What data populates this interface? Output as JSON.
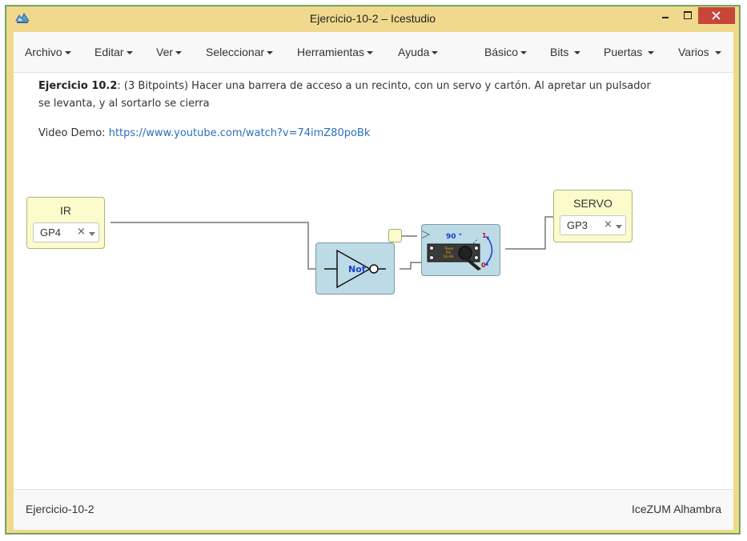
{
  "window": {
    "title": "Ejercicio-10-2 – Icestudio"
  },
  "menu": {
    "left": [
      "Archivo",
      "Editar",
      "Ver",
      "Seleccionar",
      "Herramientas",
      "Ayuda"
    ],
    "right": [
      "Básico",
      "Bits",
      "Puertas",
      "Varios"
    ]
  },
  "info": {
    "title": "Ejercicio 10.2",
    "line1": ": (3 Bitpoints) Hacer una barrera de acceso a un recinto, con un servo y cartón. Al apretar un pulsador",
    "line2": "se levanta, y al sortarlo se cierra",
    "video_label": "Video Demo: ",
    "video_url": "https://www.youtube.com/watch?v=74imZ80poBk"
  },
  "blocks": {
    "input": {
      "label": "IR",
      "pin": "GP4"
    },
    "output": {
      "label": "SERVO",
      "pin": "GP3"
    },
    "not": {
      "label": "Not"
    },
    "servo": {
      "angle": "90 °",
      "one": "1",
      "zero": "0",
      "chip_text": [
        "Tower",
        "Pro",
        "SG-90"
      ]
    }
  },
  "status": {
    "left": "Ejercicio-10-2",
    "right": "IceZUM Alhambra"
  },
  "colors": {
    "io_block": "#fbfbcc",
    "logic_block": "#bcdbe6",
    "link": "#2a6fbf",
    "close": "#c7463a"
  }
}
